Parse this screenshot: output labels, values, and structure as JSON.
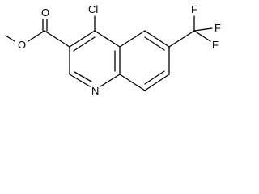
{
  "molecule": {
    "atom_labels": {
      "chlorine": "Cl",
      "ring_nitrogen": "N",
      "carbonyl_oxygen": "O",
      "ester_oxygen": "O",
      "fluorine_top": "F",
      "fluorine_right": "F",
      "fluorine_bottom": "F"
    }
  }
}
